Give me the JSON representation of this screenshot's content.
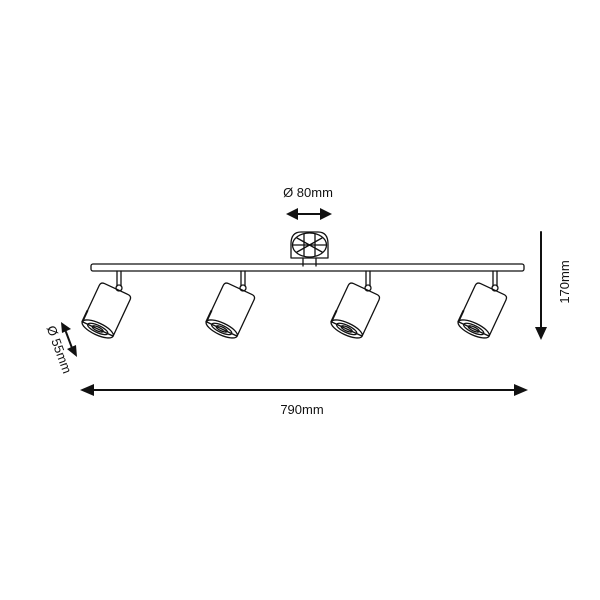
{
  "dimensions": {
    "canopy_diameter": "Ø 80mm",
    "height": "170mm",
    "spot_diameter": "Ø 55mm",
    "total_length": "790mm"
  },
  "colors": {
    "stroke": "#111111",
    "background": "#ffffff"
  },
  "spotlights": [
    {
      "id": "spot-1"
    },
    {
      "id": "spot-2"
    },
    {
      "id": "spot-3"
    },
    {
      "id": "spot-4"
    }
  ]
}
